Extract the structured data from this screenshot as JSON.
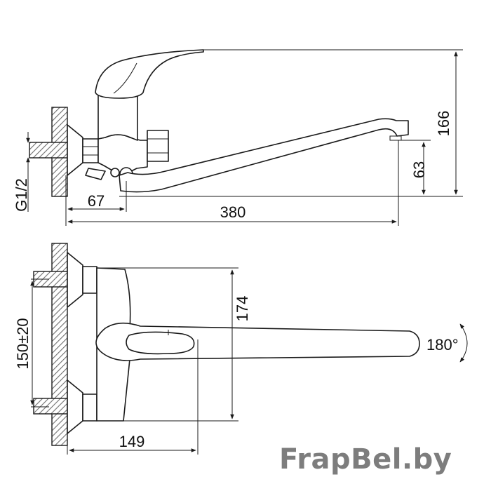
{
  "dimensions": {
    "thread": "G1/2",
    "offset": "67",
    "spout_length": "380",
    "spout_height": "63",
    "total_height": "166",
    "center_distance": "150±20",
    "body_depth": "174",
    "rotation": "180°",
    "projection": "149"
  },
  "watermark": "FrapBel.by",
  "colors": {
    "line": "#1a1a1a",
    "hatch": "#8a8a8a",
    "watermark": "#7d7d7d"
  }
}
